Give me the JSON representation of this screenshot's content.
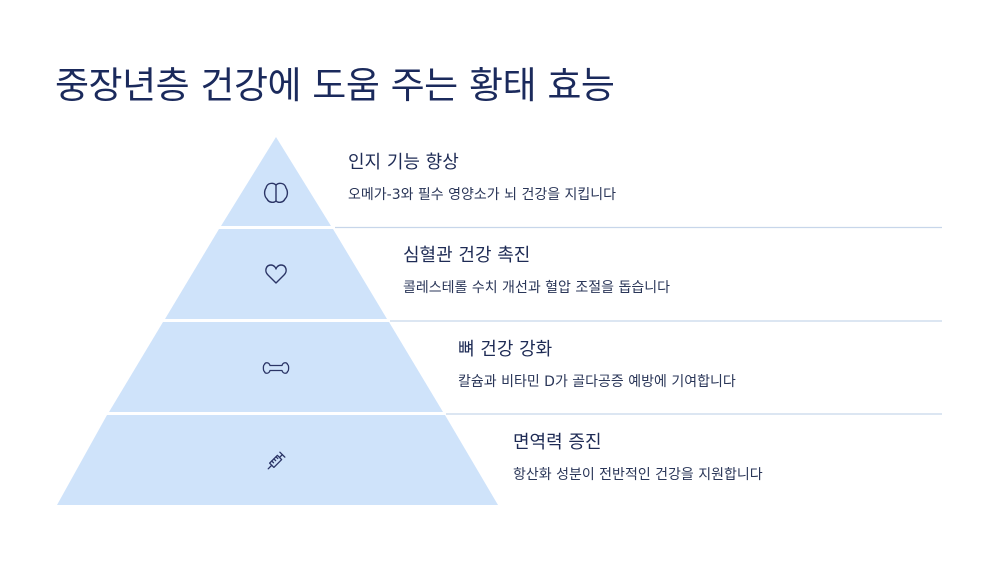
{
  "title": "중장년층 건강에 도움 주는 황태 효능",
  "colors": {
    "title": "#1b2a5c",
    "pyramid_fill": "#cfe3fa",
    "icon_stroke": "#2b3566",
    "divider": "#c7d6ea"
  },
  "levels": [
    {
      "title": "인지 기능 향상",
      "description": "오메가-3와 필수 영양소가 뇌 건강을 지킵니다",
      "icon": "brain-icon"
    },
    {
      "title": "심혈관 건강 촉진",
      "description": "콜레스테롤 수치 개선과 혈압 조절을 돕습니다",
      "icon": "heart-icon"
    },
    {
      "title": "뼈 건강 강화",
      "description": "칼슘과 비타민 D가 골다공증 예방에 기여합니다",
      "icon": "bone-icon"
    },
    {
      "title": "면역력 증진",
      "description": "항산화 성분이 전반적인 건강을 지원합니다",
      "icon": "syringe-icon"
    }
  ]
}
